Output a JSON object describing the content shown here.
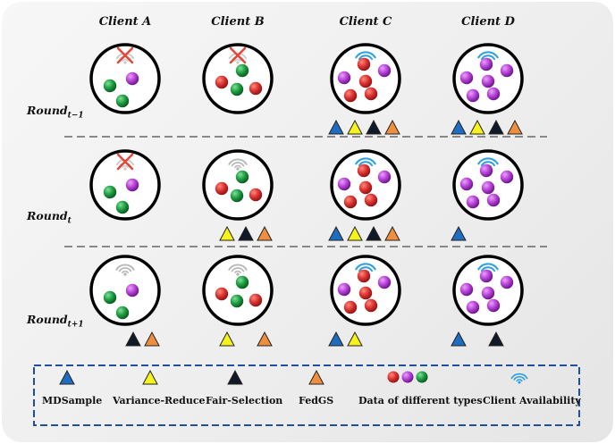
{
  "clients": [
    "Client A",
    "Client B",
    "Client C",
    "Client D"
  ],
  "rounds": [
    {
      "base": "Round",
      "sub": "t−1"
    },
    {
      "base": "Round",
      "sub": "t"
    },
    {
      "base": "Round",
      "sub": "t+1"
    }
  ],
  "legend": {
    "mdsample": "MDSample",
    "variance_reduce": "Variance-Reduce",
    "fair_selection": "Fair-Selection",
    "fedgs": "FedGS",
    "data_types": "Data of different types",
    "availability": "Client Availability"
  },
  "colors": {
    "mdsample": "#1f6cc0",
    "variance_reduce": "#f5f21c",
    "fair_selection": "#111827",
    "fedgs": "#ee8e3f",
    "data_red": "#d93030",
    "data_purple": "#b43fd4",
    "data_green": "#1c9a3e",
    "wifi_on": "#2a9fe0",
    "wifi_off": "#b8b8b8",
    "unavailable": "#e04a3a",
    "legend_border": "#1f4fa0"
  },
  "grid": [
    [
      {
        "data": [
          "purple",
          "green",
          "green"
        ],
        "status": "unavailable",
        "selected_by": []
      },
      {
        "data": [
          "green",
          "red",
          "green",
          "red"
        ],
        "status": "unavailable",
        "selected_by": []
      },
      {
        "data": [
          "red",
          "purple",
          "purple",
          "red",
          "red",
          "red"
        ],
        "status": "online",
        "selected_by": [
          "mdsample",
          "variance_reduce",
          "fair_selection",
          "fedgs"
        ]
      },
      {
        "data": [
          "purple",
          "purple",
          "purple",
          "purple",
          "purple",
          "purple"
        ],
        "status": "online",
        "selected_by": [
          "mdsample",
          "variance_reduce",
          "fair_selection",
          "fedgs"
        ]
      }
    ],
    [
      {
        "data": [
          "purple",
          "green",
          "green"
        ],
        "status": "unavailable",
        "selected_by": []
      },
      {
        "data": [
          "green",
          "red",
          "green",
          "red"
        ],
        "status": "weak",
        "selected_by": [
          "variance_reduce",
          "fair_selection",
          "fedgs"
        ]
      },
      {
        "data": [
          "red",
          "purple",
          "purple",
          "red",
          "red",
          "red"
        ],
        "status": "online",
        "selected_by": [
          "mdsample",
          "variance_reduce",
          "fair_selection",
          "fedgs"
        ]
      },
      {
        "data": [
          "purple",
          "purple",
          "purple",
          "purple",
          "purple",
          "purple"
        ],
        "status": "online",
        "selected_by": [
          "mdsample"
        ]
      }
    ],
    [
      {
        "data": [
          "purple",
          "green",
          "green"
        ],
        "status": "weak",
        "selected_by": [
          "fair_selection",
          "fedgs"
        ]
      },
      {
        "data": [
          "green",
          "red",
          "green",
          "red"
        ],
        "status": "weak",
        "selected_by": [
          "variance_reduce",
          "fedgs"
        ]
      },
      {
        "data": [
          "red",
          "purple",
          "purple",
          "red",
          "red",
          "red"
        ],
        "status": "online",
        "selected_by": [
          "mdsample",
          "variance_reduce"
        ]
      },
      {
        "data": [
          "purple",
          "purple",
          "purple",
          "purple",
          "purple",
          "purple"
        ],
        "status": "online",
        "selected_by": [
          "mdsample",
          "fair_selection"
        ]
      }
    ]
  ]
}
